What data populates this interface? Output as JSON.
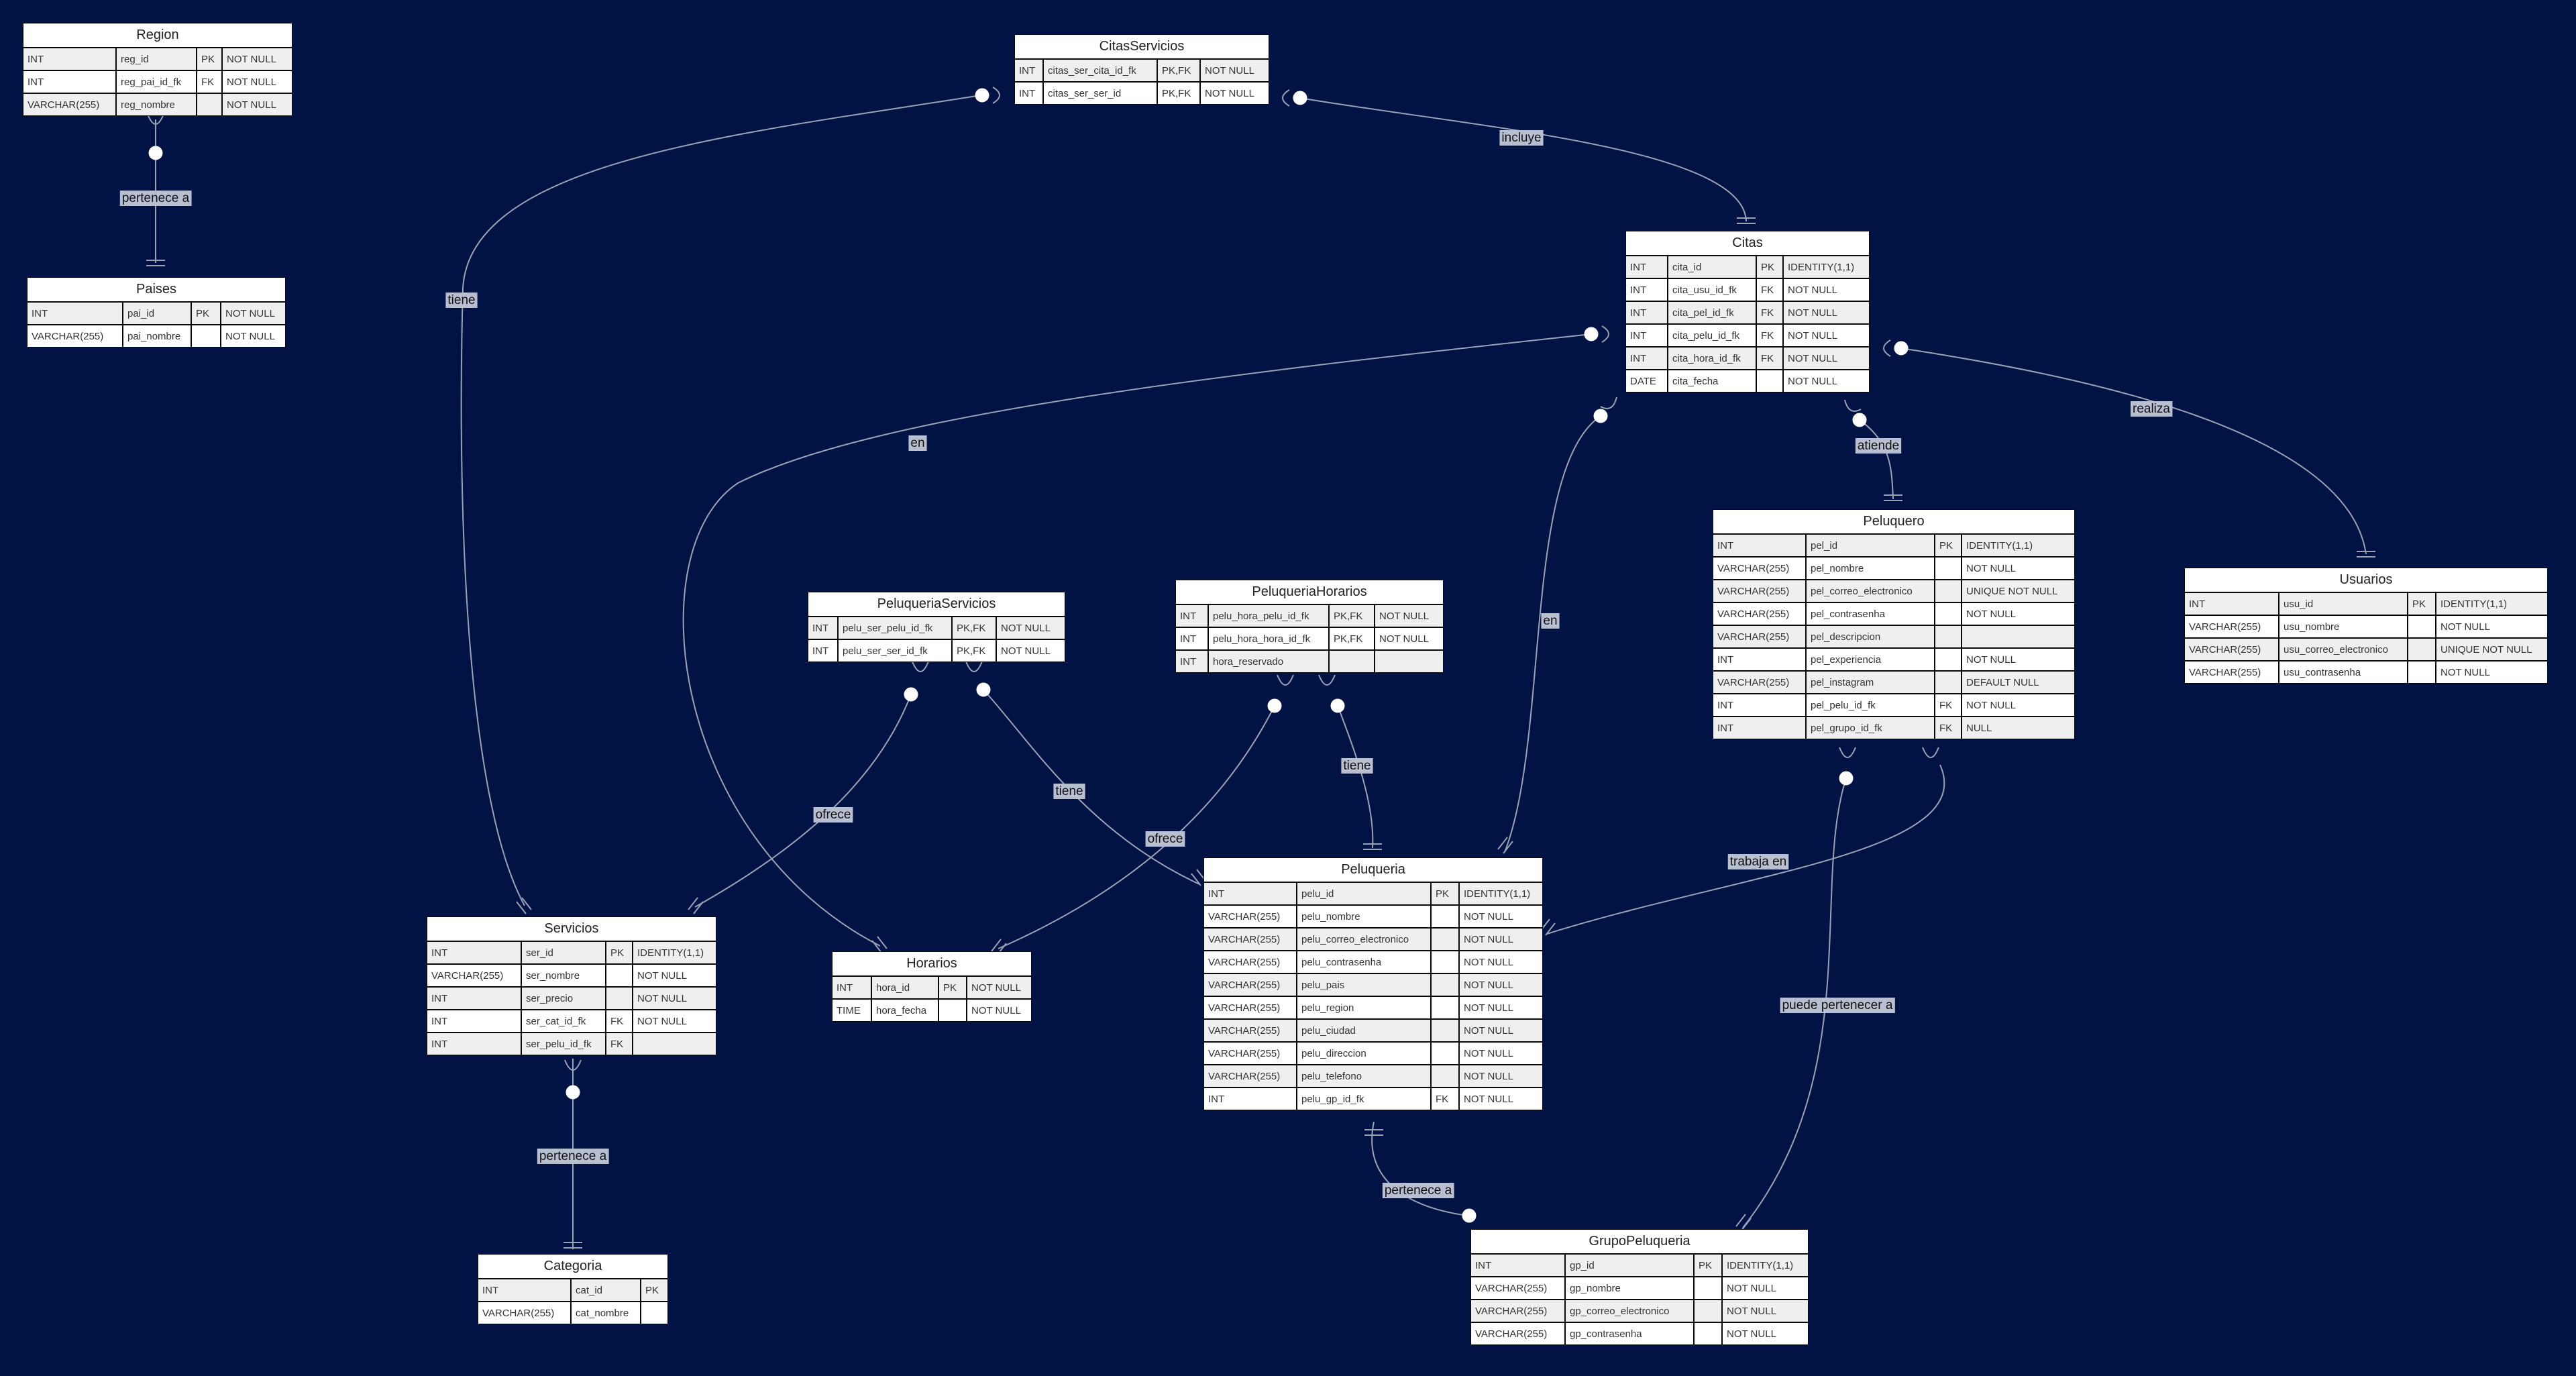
{
  "colors": {
    "background": "#011344",
    "line": "#9aa3b5",
    "table_bg": "#ffffff",
    "table_alt_row": "#efefef",
    "label_bg": "#b8bfd0"
  },
  "entities": {
    "region": {
      "title": "Region",
      "rows": [
        [
          "INT",
          "reg_id",
          "PK",
          "NOT NULL"
        ],
        [
          "INT",
          "reg_pai_id_fk",
          "FK",
          "NOT NULL"
        ],
        [
          "VARCHAR(255)",
          "reg_nombre",
          "",
          "NOT NULL"
        ]
      ]
    },
    "paises": {
      "title": "Paises",
      "rows": [
        [
          "INT",
          "pai_id",
          "PK",
          "NOT NULL"
        ],
        [
          "VARCHAR(255)",
          "pai_nombre",
          "",
          "NOT NULL"
        ]
      ]
    },
    "citasservicios": {
      "title": "CitasServicios",
      "rows": [
        [
          "INT",
          "citas_ser_cita_id_fk",
          "PK,FK",
          "NOT NULL"
        ],
        [
          "INT",
          "citas_ser_ser_id",
          "PK,FK",
          "NOT NULL"
        ]
      ]
    },
    "citas": {
      "title": "Citas",
      "rows": [
        [
          "INT",
          "cita_id",
          "PK",
          "IDENTITY(1,1)"
        ],
        [
          "INT",
          "cita_usu_id_fk",
          "FK",
          "NOT NULL"
        ],
        [
          "INT",
          "cita_pel_id_fk",
          "FK",
          "NOT NULL"
        ],
        [
          "INT",
          "cita_pelu_id_fk",
          "FK",
          "NOT NULL"
        ],
        [
          "INT",
          "cita_hora_id_fk",
          "FK",
          "NOT NULL"
        ],
        [
          "DATE",
          "cita_fecha",
          "",
          "NOT NULL"
        ]
      ]
    },
    "peluquero": {
      "title": "Peluquero",
      "rows": [
        [
          "INT",
          "pel_id",
          "PK",
          "IDENTITY(1,1)"
        ],
        [
          "VARCHAR(255)",
          "pel_nombre",
          "",
          "NOT NULL"
        ],
        [
          "VARCHAR(255)",
          "pel_correo_electronico",
          "",
          "UNIQUE NOT NULL"
        ],
        [
          "VARCHAR(255)",
          "pel_contrasenha",
          "",
          "NOT NULL"
        ],
        [
          "VARCHAR(255)",
          "pel_descripcion",
          "",
          ""
        ],
        [
          "INT",
          "pel_experiencia",
          "",
          "NOT NULL"
        ],
        [
          "VARCHAR(255)",
          "pel_instagram",
          "",
          "DEFAULT NULL"
        ],
        [
          "INT",
          "pel_pelu_id_fk",
          "FK",
          "NOT NULL"
        ],
        [
          "INT",
          "pel_grupo_id_fk",
          "FK",
          "NULL"
        ]
      ]
    },
    "usuarios": {
      "title": "Usuarios",
      "rows": [
        [
          "INT",
          "usu_id",
          "PK",
          "IDENTITY(1,1)"
        ],
        [
          "VARCHAR(255)",
          "usu_nombre",
          "",
          "NOT NULL"
        ],
        [
          "VARCHAR(255)",
          "usu_correo_electronico",
          "",
          "UNIQUE NOT NULL"
        ],
        [
          "VARCHAR(255)",
          "usu_contrasenha",
          "",
          "NOT NULL"
        ]
      ]
    },
    "peluqueriaservicios": {
      "title": "PeluqueriaServicios",
      "rows": [
        [
          "INT",
          "pelu_ser_pelu_id_fk",
          "PK,FK",
          "NOT NULL"
        ],
        [
          "INT",
          "pelu_ser_ser_id_fk",
          "PK,FK",
          "NOT NULL"
        ]
      ]
    },
    "peluqueriahorarios": {
      "title": "PeluqueriaHorarios",
      "rows": [
        [
          "INT",
          "pelu_hora_pelu_id_fk",
          "PK,FK",
          "NOT NULL"
        ],
        [
          "INT",
          "pelu_hora_hora_id_fk",
          "PK,FK",
          "NOT NULL"
        ],
        [
          "INT",
          "hora_reservado",
          "",
          ""
        ]
      ]
    },
    "peluqueria": {
      "title": "Peluqueria",
      "rows": [
        [
          "INT",
          "pelu_id",
          "PK",
          "IDENTITY(1,1)"
        ],
        [
          "VARCHAR(255)",
          "pelu_nombre",
          "",
          "NOT NULL"
        ],
        [
          "VARCHAR(255)",
          "pelu_correo_electronico",
          "",
          "NOT NULL"
        ],
        [
          "VARCHAR(255)",
          "pelu_contrasenha",
          "",
          "NOT NULL"
        ],
        [
          "VARCHAR(255)",
          "pelu_pais",
          "",
          "NOT NULL"
        ],
        [
          "VARCHAR(255)",
          "pelu_region",
          "",
          "NOT NULL"
        ],
        [
          "VARCHAR(255)",
          "pelu_ciudad",
          "",
          "NOT NULL"
        ],
        [
          "VARCHAR(255)",
          "pelu_direccion",
          "",
          "NOT NULL"
        ],
        [
          "VARCHAR(255)",
          "pelu_telefono",
          "",
          "NOT NULL"
        ],
        [
          "INT",
          "pelu_gp_id_fk",
          "FK",
          "NOT NULL"
        ]
      ]
    },
    "servicios": {
      "title": "Servicios",
      "rows": [
        [
          "INT",
          "ser_id",
          "PK",
          "IDENTITY(1,1)"
        ],
        [
          "VARCHAR(255)",
          "ser_nombre",
          "",
          "NOT NULL"
        ],
        [
          "INT",
          "ser_precio",
          "",
          "NOT NULL"
        ],
        [
          "INT",
          "ser_cat_id_fk",
          "FK",
          "NOT NULL"
        ],
        [
          "INT",
          "ser_pelu_id_fk",
          "FK",
          ""
        ]
      ]
    },
    "horarios": {
      "title": "Horarios",
      "rows": [
        [
          "INT",
          "hora_id",
          "PK",
          "NOT NULL"
        ],
        [
          "TIME",
          "hora_fecha",
          "",
          "NOT NULL"
        ]
      ]
    },
    "categoria": {
      "title": "Categoria",
      "rows": [
        [
          "INT",
          "cat_id",
          "PK"
        ],
        [
          "VARCHAR(255)",
          "cat_nombre",
          ""
        ]
      ]
    },
    "grupopeluqueria": {
      "title": "GrupoPeluqueria",
      "rows": [
        [
          "INT",
          "gp_id",
          "PK",
          "IDENTITY(1,1)"
        ],
        [
          "VARCHAR(255)",
          "gp_nombre",
          "",
          "NOT NULL"
        ],
        [
          "VARCHAR(255)",
          "gp_correo_electronico",
          "",
          "NOT NULL"
        ],
        [
          "VARCHAR(255)",
          "gp_contrasenha",
          "",
          "NOT NULL"
        ]
      ]
    }
  },
  "relationships": [
    {
      "id": "region-paises",
      "label": "pertenece a"
    },
    {
      "id": "citasservicios-citas",
      "label": "incluye"
    },
    {
      "id": "citasservicios-servicios",
      "label": "tiene"
    },
    {
      "id": "citas-usuarios",
      "label": "realiza"
    },
    {
      "id": "citas-peluquero",
      "label": "atiende"
    },
    {
      "id": "citas-horarios",
      "label": "en"
    },
    {
      "id": "citas-peluqueria",
      "label": "en"
    },
    {
      "id": "peluqueriaservicios-servicios",
      "label": "ofrece"
    },
    {
      "id": "peluqueriaservicios-peluqueria",
      "label": "tiene"
    },
    {
      "id": "peluqueriahorarios-horarios",
      "label": "ofrece"
    },
    {
      "id": "peluqueriahorarios-peluqueria",
      "label": "tiene"
    },
    {
      "id": "peluquero-peluqueria",
      "label": "trabaja en"
    },
    {
      "id": "peluquero-grupopeluqueria",
      "label": "puede pertenecer a"
    },
    {
      "id": "servicios-categoria",
      "label": "pertenece a"
    },
    {
      "id": "peluqueria-grupopeluqueria",
      "label": "pertenece a"
    }
  ]
}
